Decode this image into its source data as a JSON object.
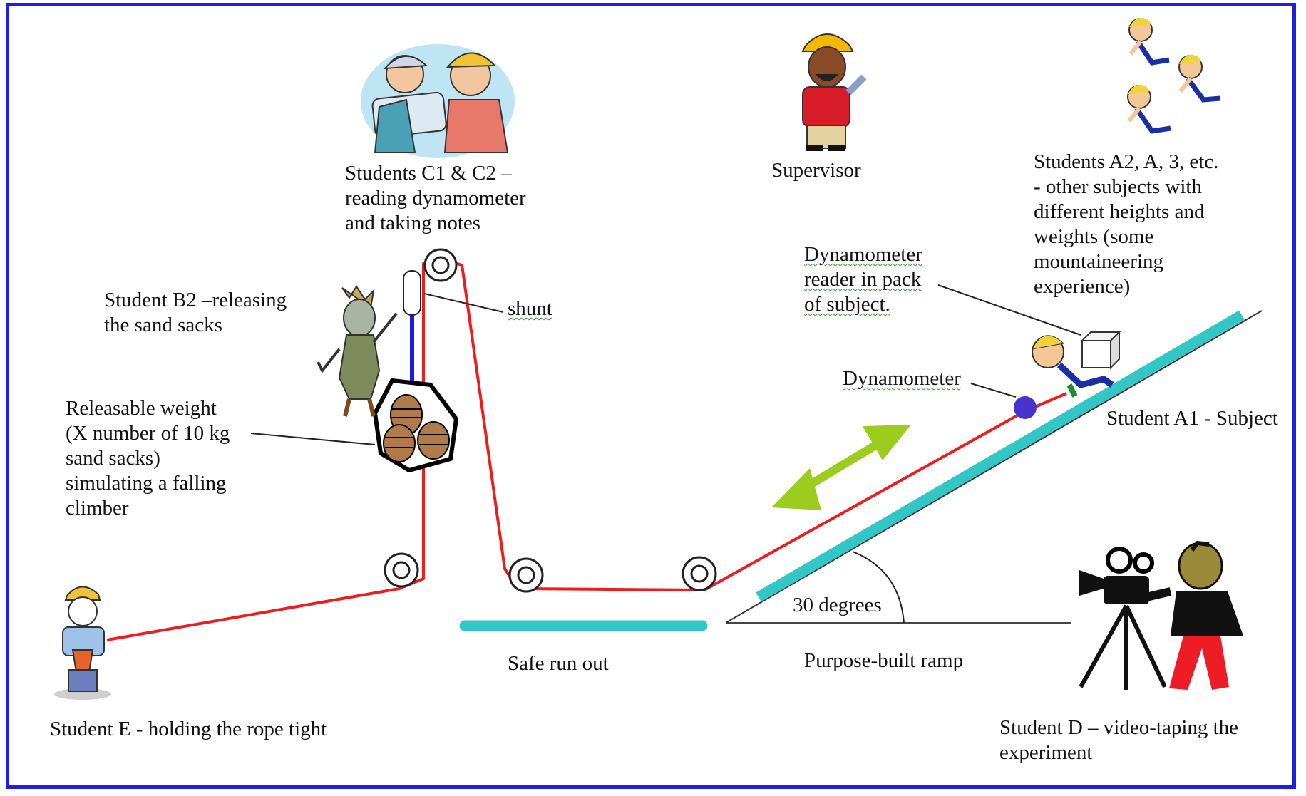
{
  "colors": {
    "frame": "#1e1ee6",
    "rope": "#ee1c1c",
    "shunt_cord": "#1a1aee",
    "ramp": "#33c6c6",
    "arrow": "#9ccc1e",
    "dynamometer": "#4433cc"
  },
  "icons": {
    "students_c": "engineers-reading-plans-clipart",
    "supervisor": "supervisor-hardhat-clipart",
    "students_a": "climbing-boys-clipart",
    "student_b2": "goblin-figure-clipart",
    "weight": "sand-sacks-clipart",
    "student_e": "worker-holding-rope-clipart",
    "student_d": "video-camera-person-clipart",
    "pulley": "pulley-wheel",
    "reader": "box-icon"
  },
  "labels": {
    "students_c": [
      "Students C1 & C2 –",
      "reading dynamometer",
      "and taking notes"
    ],
    "supervisor": "Supervisor",
    "students_a": [
      "Students A2, A, 3, etc.",
      "- other subjects with",
      "different heights and",
      "weights (some",
      "mountaineering",
      "experience)"
    ],
    "student_b2": [
      "Student B2 –releasing",
      "the sand sacks"
    ],
    "shunt": "shunt",
    "reader": [
      "Dynamometer",
      "reader in pack",
      "of subject."
    ],
    "dynamometer": "Dynamometer",
    "student_a1": "Student A1 - Subject",
    "weight": [
      "Releasable weight",
      "(X number of 10 kg",
      "sand sacks)",
      "simulating a falling",
      "climber"
    ],
    "angle": "30 degrees",
    "safe_run_out": "Safe run out",
    "ramp": "Purpose-built ramp",
    "student_e": "Student E - holding the rope tight",
    "student_d": [
      "Student D – video-taping the",
      "experiment"
    ]
  }
}
